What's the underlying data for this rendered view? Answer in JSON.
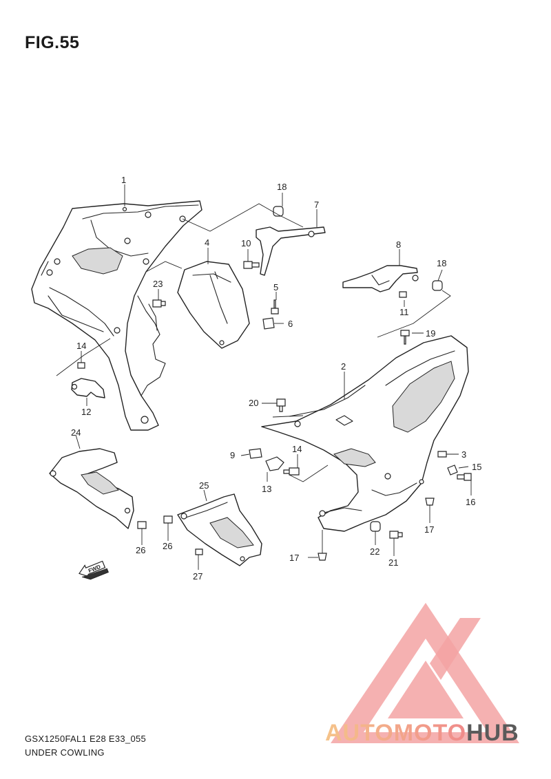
{
  "figure": {
    "title": "FIG.55"
  },
  "footer": {
    "code": "GSX1250FAL1 E28 E33_055",
    "name": "UNDER COWLING"
  },
  "callouts": [
    {
      "id": "c1",
      "label": "1"
    },
    {
      "id": "c2",
      "label": "2"
    },
    {
      "id": "c3",
      "label": "3"
    },
    {
      "id": "c4",
      "label": "4"
    },
    {
      "id": "c5",
      "label": "5"
    },
    {
      "id": "c6",
      "label": "6"
    },
    {
      "id": "c7",
      "label": "7"
    },
    {
      "id": "c8",
      "label": "8"
    },
    {
      "id": "c9",
      "label": "9"
    },
    {
      "id": "c10",
      "label": "10"
    },
    {
      "id": "c11",
      "label": "11"
    },
    {
      "id": "c12",
      "label": "12"
    },
    {
      "id": "c13",
      "label": "13"
    },
    {
      "id": "c14a",
      "label": "14"
    },
    {
      "id": "c14b",
      "label": "14"
    },
    {
      "id": "c15",
      "label": "15"
    },
    {
      "id": "c16",
      "label": "16"
    },
    {
      "id": "c17a",
      "label": "17"
    },
    {
      "id": "c17b",
      "label": "17"
    },
    {
      "id": "c18a",
      "label": "18"
    },
    {
      "id": "c18b",
      "label": "18"
    },
    {
      "id": "c19",
      "label": "19"
    },
    {
      "id": "c20",
      "label": "20"
    },
    {
      "id": "c21",
      "label": "21"
    },
    {
      "id": "c22",
      "label": "22"
    },
    {
      "id": "c23",
      "label": "23"
    },
    {
      "id": "c24",
      "label": "24"
    },
    {
      "id": "c25",
      "label": "25"
    },
    {
      "id": "c26a",
      "label": "26"
    },
    {
      "id": "c26b",
      "label": "26"
    },
    {
      "id": "c27",
      "label": "27"
    }
  ],
  "direction_marker": {
    "label": "FWD",
    "icon": "fwd-arrow-icon"
  },
  "watermark": {
    "logo_icon": "triangle-logo-icon",
    "text_part1": "AUTOMOTO",
    "text_part2": "HUB",
    "color_primary": "#f08a8a",
    "color_light": "#f5c48a",
    "color_dark": "#5a5a5a"
  }
}
